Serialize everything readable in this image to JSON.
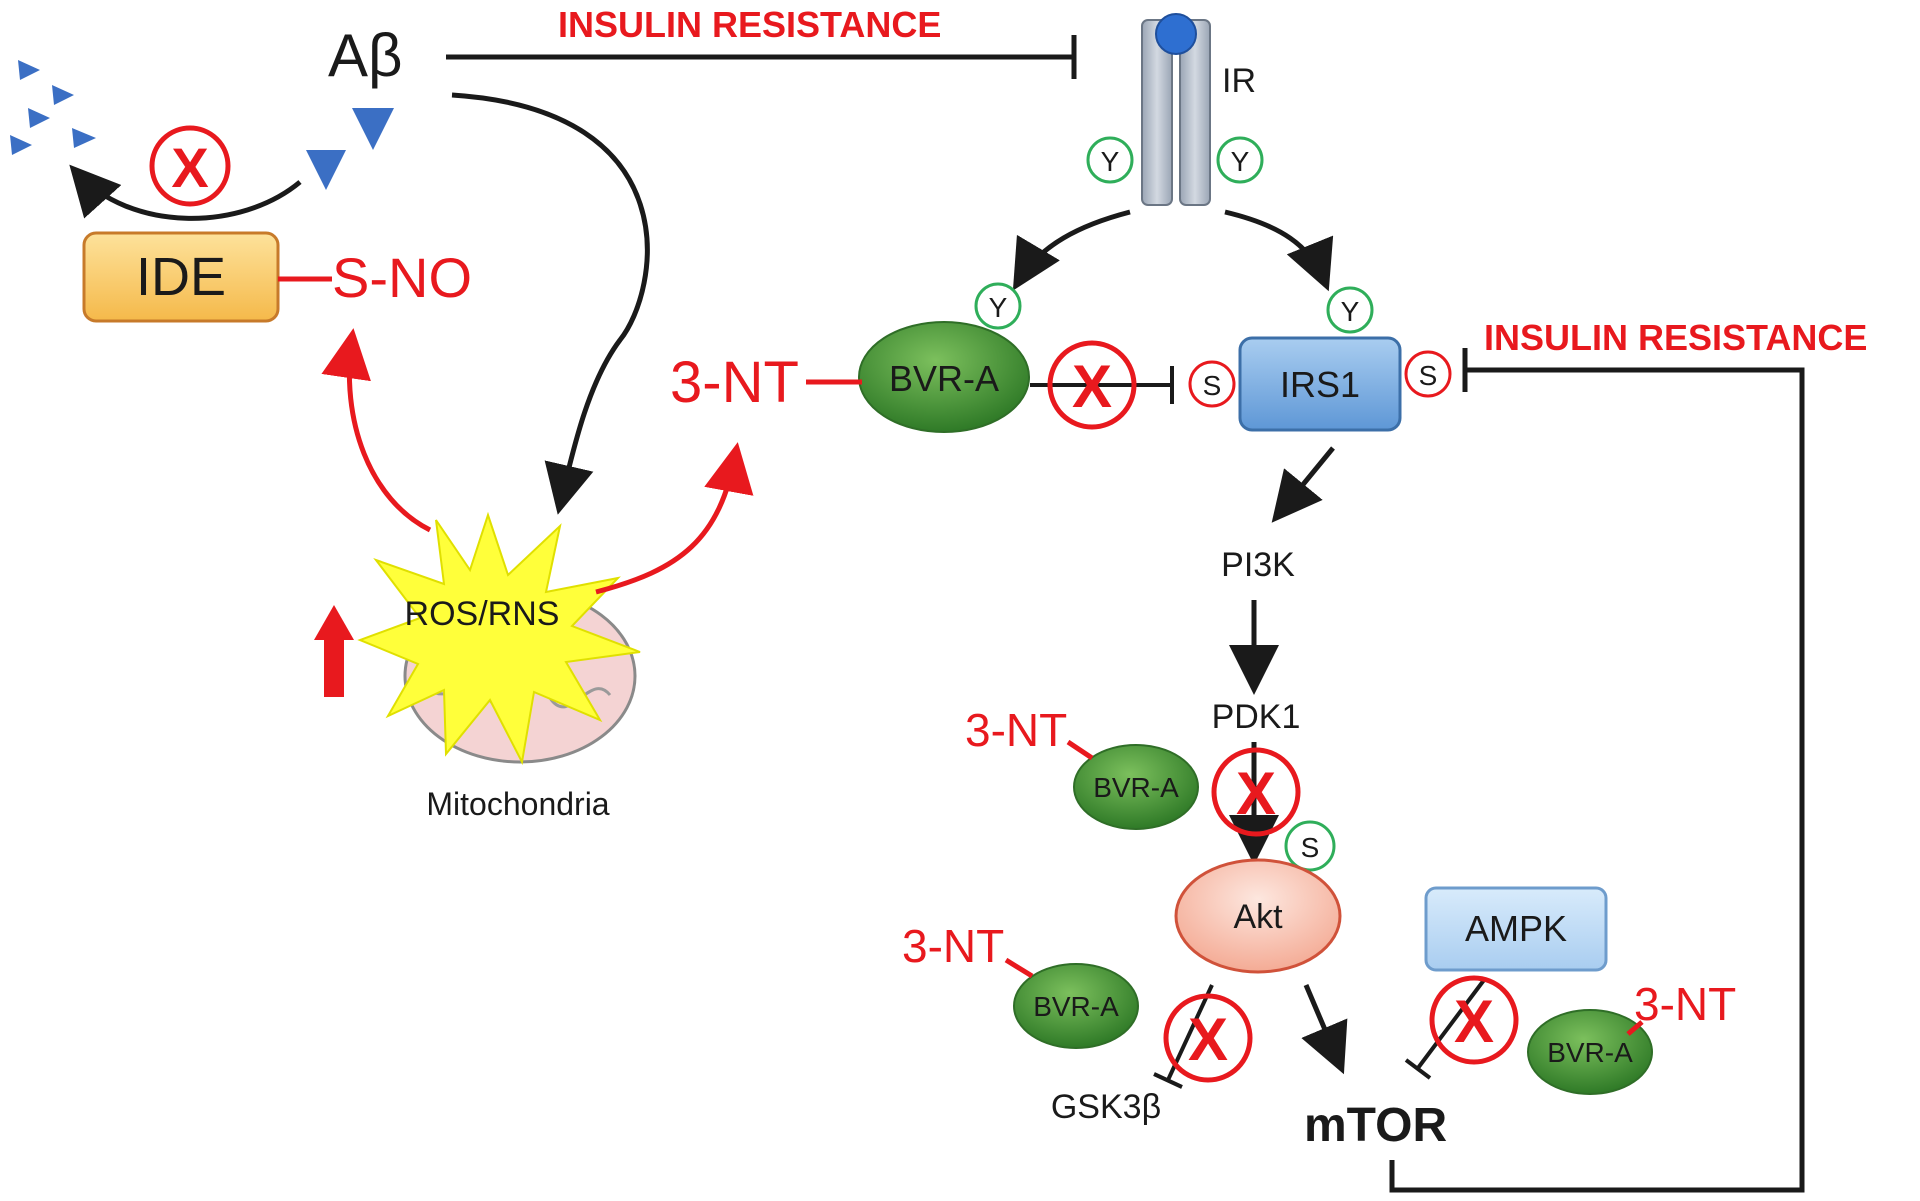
{
  "labels": {
    "abeta": "Aβ",
    "insulin_resistance_top": "INSULIN RESISTANCE",
    "ir": "IR",
    "ide": "IDE",
    "sno": "S-NO",
    "bvra_main": "BVR-A",
    "nt_main": "3-NT",
    "irs1": "IRS1",
    "insulin_resistance_right": "INSULIN RESISTANCE",
    "ros_rns": "ROS/RNS",
    "mitochondria": "Mitochondria",
    "pi3k": "PI3K",
    "pdk1": "PDK1",
    "akt": "Akt",
    "ampk": "AMPK",
    "gsk3b": "GSK3β",
    "mtor": "mTOR",
    "bvra_pdk": "BVR-A",
    "nt_pdk": "3-NT",
    "bvra_gsk": "BVR-A",
    "nt_gsk": "3-NT",
    "bvra_ampk": "BVR-A",
    "nt_ampk": "3-NT",
    "y": "Y",
    "s": "S",
    "x": "X"
  },
  "colors": {
    "red": "#e8191e",
    "black": "#1a1a1a",
    "receptor_gray": "#b9c1cc",
    "receptor_dot": "#2e6fd1",
    "abeta_triangle": "#3b6fc4",
    "ide_fill": "#f7c85a",
    "ide_stroke": "#c77a2a",
    "bvra_green": "#4f9a3d",
    "irs1_blue": "#7aaee0",
    "ampk_blue": "#b9d8f4",
    "akt_salmon": "#f7bfae",
    "starburst_yellow": "#ffff3a",
    "mito_pink": "#f4d3d3",
    "y_circle_green": "#2fae5a"
  }
}
